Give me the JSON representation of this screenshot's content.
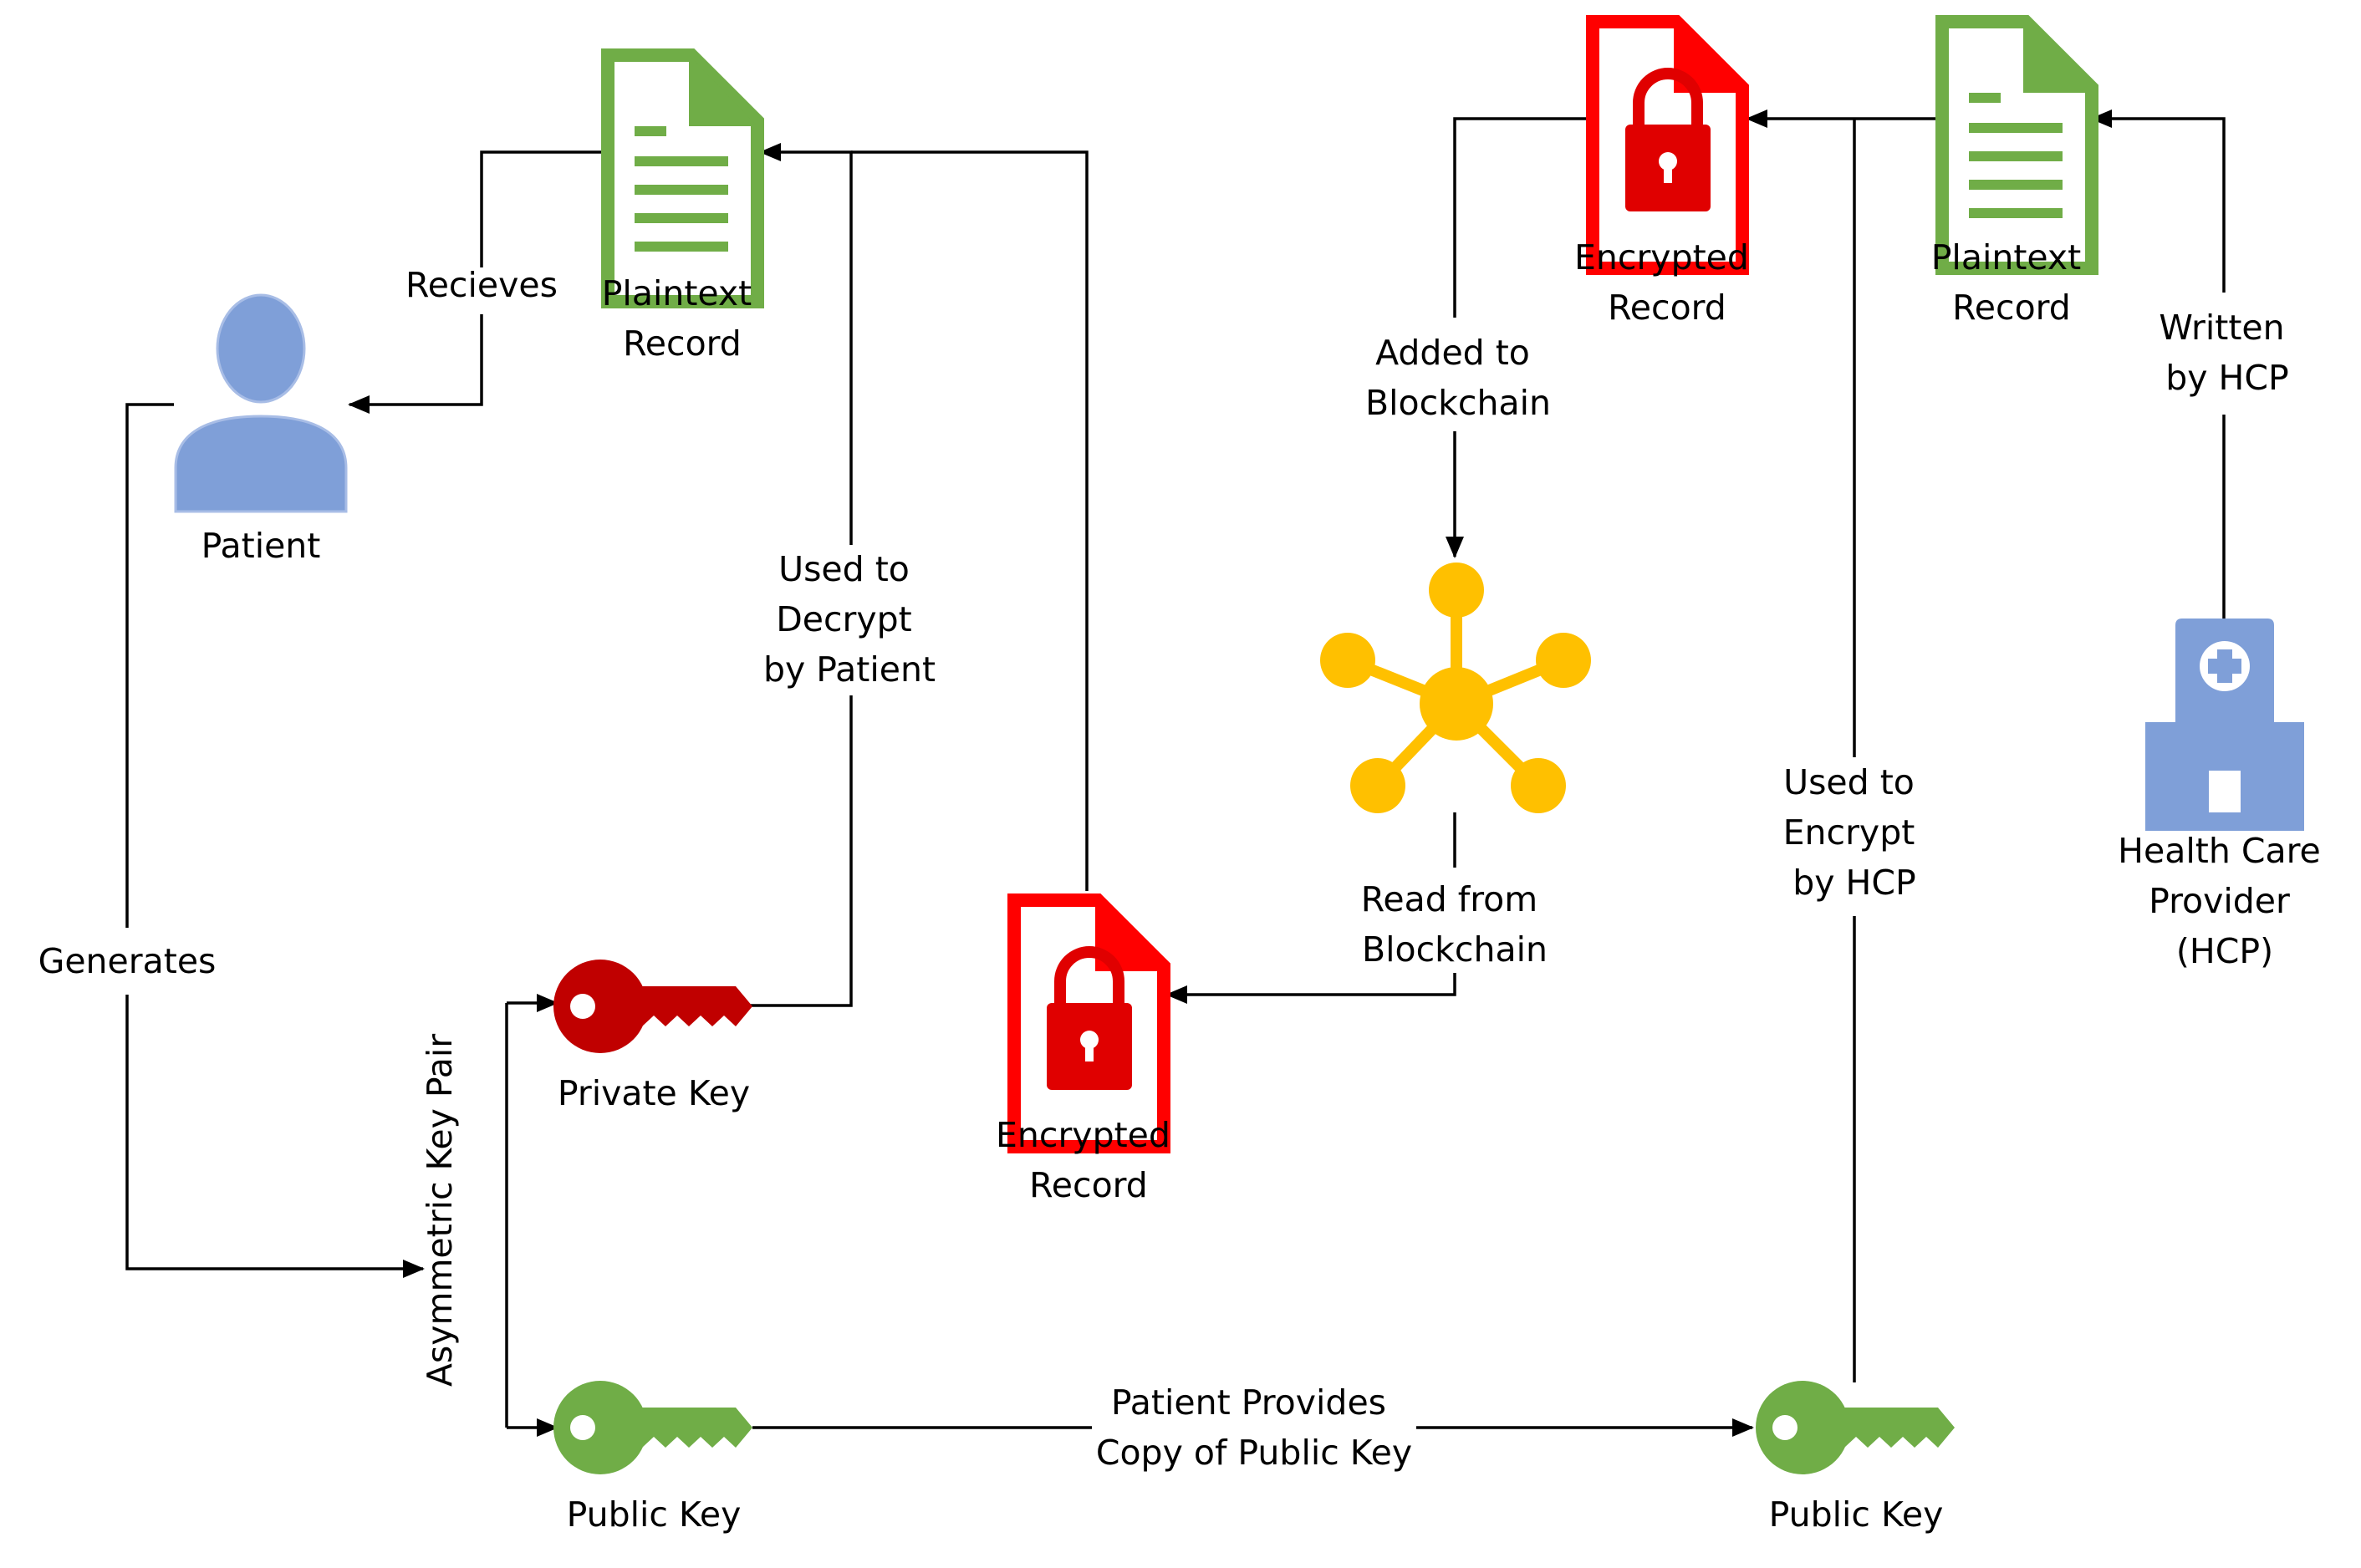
{
  "colors": {
    "doc_green": "#70AD47",
    "doc_red": "#FF0000",
    "lock_red": "#E00000",
    "key_private": "#C00000",
    "key_public": "#70AD47",
    "person_blue": "#7F9FD8",
    "hospital_blue": "#7F9FD8",
    "network_gold": "#FFC000",
    "line": "#000000"
  },
  "icons": {
    "plaintext_doc": "document-lines-icon",
    "encrypted_doc": "document-lock-icon",
    "private_key": "key-icon",
    "public_key": "key-icon",
    "patient": "person-icon",
    "hcp": "hospital-icon",
    "blockchain": "network-hub-icon"
  },
  "nodes": {
    "patient": [
      "Patient"
    ],
    "plaintext_left": [
      "Plaintext",
      "Record"
    ],
    "private_key": [
      "Private Key"
    ],
    "public_key_left": [
      "Public Key"
    ],
    "encrypted_bottom": [
      "Encrypted",
      "Record"
    ],
    "encrypted_top": [
      "Encrypted",
      "Record"
    ],
    "plaintext_right": [
      "Plaintext",
      "Record"
    ],
    "hcp": [
      "Health Care",
      "Provider",
      "(HCP)"
    ],
    "public_key_right": [
      "Public Key"
    ]
  },
  "edges": {
    "receives": [
      "Recieves"
    ],
    "generates": [
      "Generates"
    ],
    "key_pair": [
      "Asymmetric Key Pair"
    ],
    "decrypt": [
      "Used to",
      "Decrypt",
      "by Patient"
    ],
    "added": [
      "Added to",
      "Blockchain"
    ],
    "read": [
      "Read from",
      "Blockchain"
    ],
    "encrypt": [
      "Used to",
      "Encrypt",
      "by HCP"
    ],
    "written": [
      "Written",
      "by HCP"
    ],
    "provides": [
      "Patient Provides",
      "Copy of Public Key"
    ]
  }
}
